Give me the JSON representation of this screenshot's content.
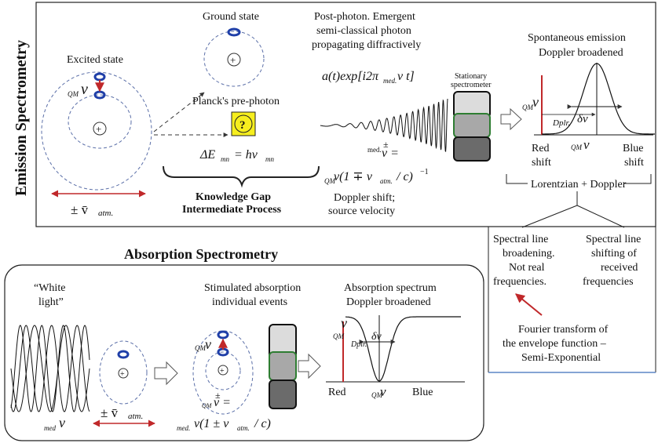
{
  "titles": {
    "emission": "Emission Spectrometry",
    "absorption": "Absorption Spectrometry"
  },
  "emission": {
    "excited_state": "Excited state",
    "ground_state": "Ground state",
    "plancks_pre_photon": "Planck's pre-photon",
    "question_mark": "?",
    "plus_sign": "+",
    "qm_nu_sub": "QM",
    "nu_symbol": "ν",
    "delta_e_eq": "ΔE",
    "delta_e_sub": "mn",
    "delta_e_rhs": "= hν",
    "delta_e_rhs_sub": "mn",
    "velocity_label": "± v̄",
    "velocity_sub": "atm.",
    "knowledge_gap": "Knowledge Gap",
    "intermediate_process": "Intermediate Process",
    "post_photon_1": "Post-photon. Emergent",
    "post_photon_2": "semi-classical photon",
    "post_photon_3": "propagating diffractively",
    "amplitude_eq_a": "a(t)exp[i2π",
    "amplitude_eq_sub": "med.",
    "amplitude_eq_b": "ν t]",
    "med_nu_sub": "med.",
    "med_nu_eq": "ν =",
    "plusminus": "±",
    "doppler_eq_sub": "QM",
    "doppler_eq": "ν(1 ∓ v",
    "doppler_eq_sub2": "atm.",
    "doppler_eq_tail": "/ c)",
    "doppler_eq_exp": "−1",
    "doppler_shift": "Doppler shift;",
    "source_velocity": "source velocity",
    "stationary": "Stationary",
    "spectrometer": "spectrometer",
    "spont_1": "Spontaneous emission",
    "spont_2": "Doppler broadened",
    "plot_qm": "QM",
    "plot_nu": "ν",
    "delta_nu": "δν",
    "dplr": "Dplr.",
    "red_shift_1": "Red",
    "red_shift_2": "shift",
    "blue_shift_1": "Blue",
    "blue_shift_2": "shift",
    "lorentz_doppler": "Lorentzian + Doppler"
  },
  "notes": {
    "broadening_1": "Spectral line",
    "broadening_2": "broadening.",
    "broadening_3": "Not real",
    "broadening_4": "frequencies.",
    "shifting_1": "Spectral line",
    "shifting_2": "shifting of",
    "shifting_3": "received",
    "shifting_4": "frequencies",
    "fourier_1": "Fourier transform of",
    "fourier_2": "the envelope function –",
    "fourier_3": "Semi-Exponential"
  },
  "absorption": {
    "white_light_1": "“White",
    "white_light_2": "light”",
    "med_sub": "med",
    "nu": "ν",
    "plus_sign": "+",
    "velocity_label": "± v̄",
    "velocity_sub": "atm.",
    "stim_1": "Stimulated absorption",
    "stim_2": "individual events",
    "qm_sub": "QM",
    "qm_sub2": "QM",
    "nu_eq": "ν =",
    "plusminus": "±",
    "eq_sub": "med.",
    "eq_main": "ν(1 ± v",
    "eq_sub2": "atm.",
    "eq_tail": "/ c)",
    "spec_1": "Absorption spectrum",
    "spec_2": "Doppler broadened",
    "dplr": "Dplr.",
    "delta_nu": "δν",
    "red": "Red",
    "blue": "Blue"
  },
  "colors": {
    "electron_blue": "#1f3fa8",
    "red_arrow": "#c0282a",
    "highlight_yellow": "#f6ee1e",
    "green_border": "#2e7d32",
    "frame_blue": "#5b86c6"
  }
}
